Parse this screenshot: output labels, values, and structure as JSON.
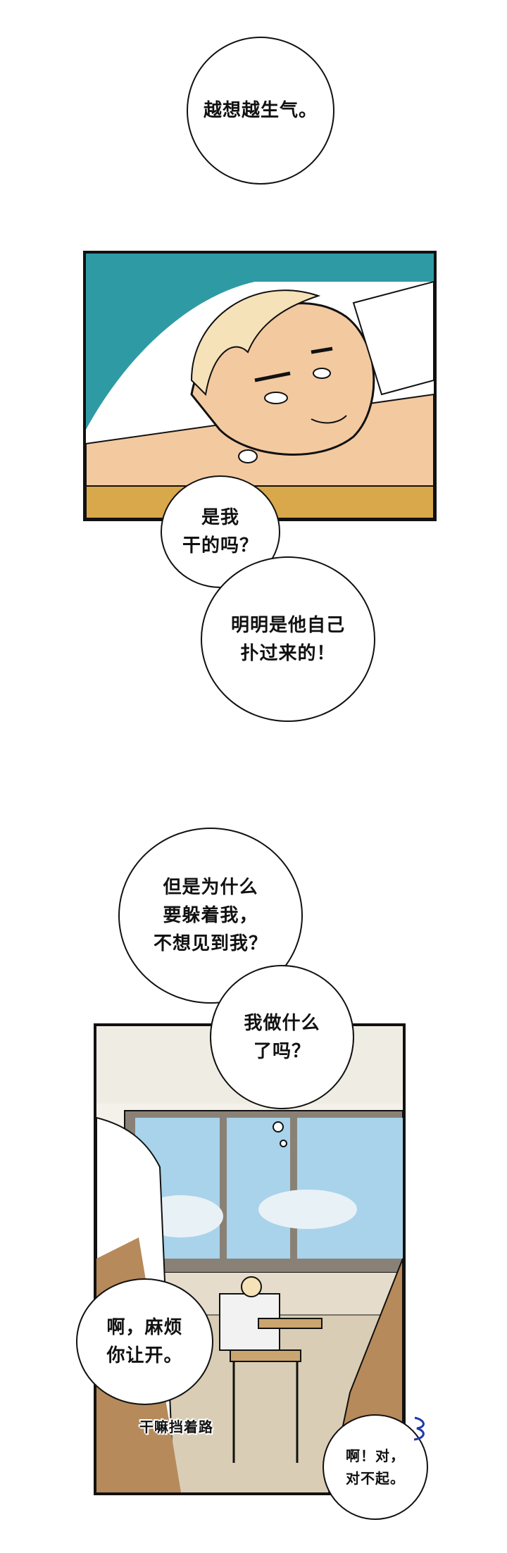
{
  "bubbles": {
    "b1": "越想越生气。",
    "b2": "是我\n干的吗？",
    "b3": "明明是他自己\n扑过来的！",
    "b4": "但是为什么\n要躲着我，\n不想见到我？",
    "b5": "我做什么\n了吗？",
    "b6": "啊，麻烦\n你让开。",
    "b7": "啊！对，\n对不起。"
  },
  "sfx": {
    "blocking": "干嘛挡着路"
  },
  "colors": {
    "panel1_bg": "#2e9aa4",
    "skin": "#f3c9a0",
    "sky": "#a8d3ea",
    "floor": "#d9cdb5"
  }
}
